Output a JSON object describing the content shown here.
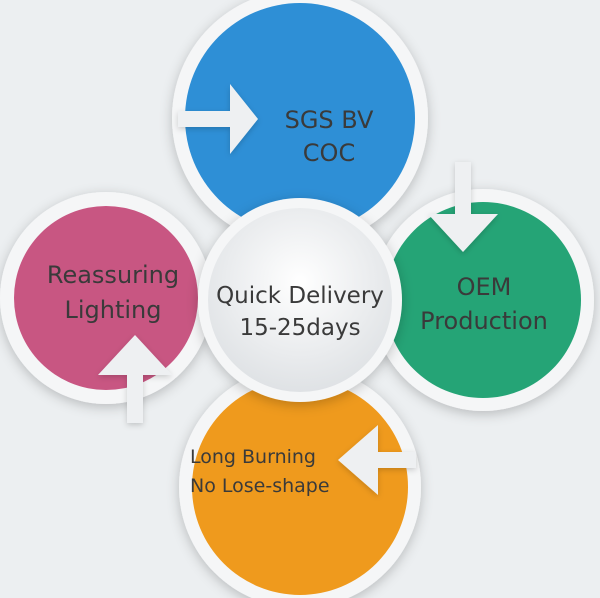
{
  "center": {
    "line1": "Quick Delivery",
    "line2": "15-25days"
  },
  "top": {
    "line1": "SGS BV",
    "line2": "COC",
    "color": "#2e8fd6",
    "arrow_icon": "arrow-right-icon"
  },
  "right": {
    "line1": "OEM",
    "line2": "Production",
    "color": "#25a476",
    "arrow_icon": "arrow-down-icon"
  },
  "bottom": {
    "line1": "Long Burning",
    "line2": "No Lose-shape",
    "color": "#ef9a1d",
    "arrow_icon": "arrow-left-icon"
  },
  "left": {
    "line1": "Reassuring",
    "line2": "Lighting",
    "color": "#c85682",
    "arrow_icon": "arrow-up-icon"
  },
  "colors": {
    "ring": "#f5f6f7",
    "text": "#3a3a3a",
    "arrow": "#eef0f2",
    "center_fill": "#f2f3f4",
    "background": "#eceff1"
  }
}
